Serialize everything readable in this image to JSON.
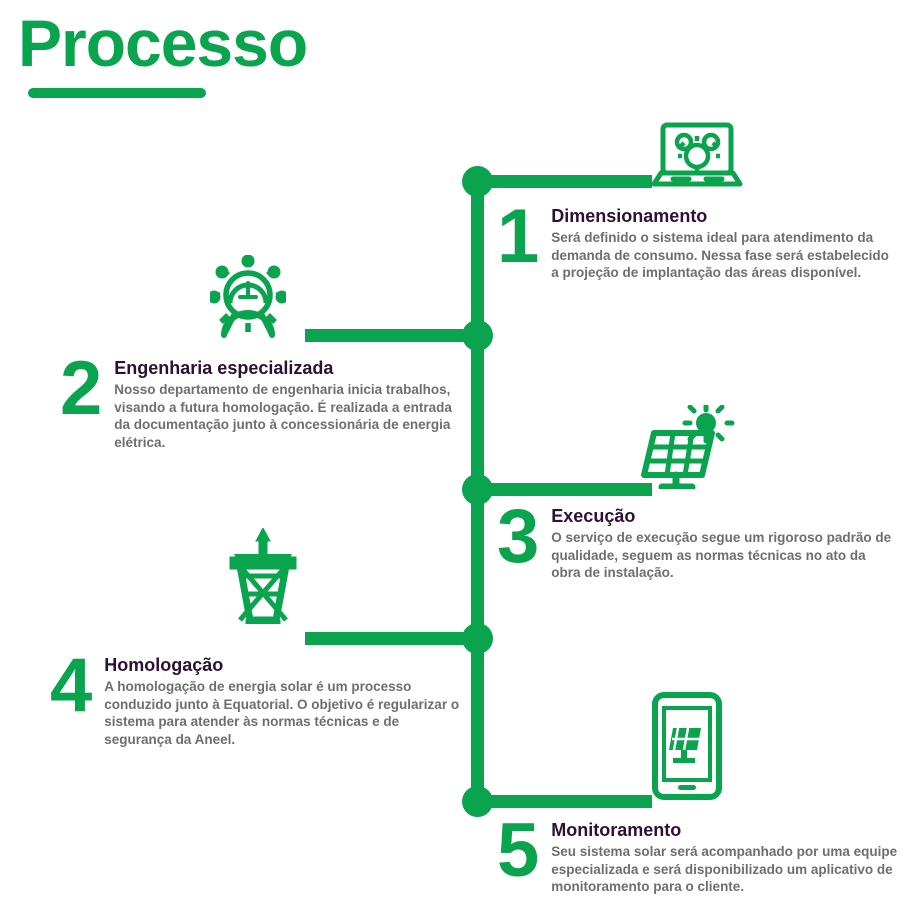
{
  "page": {
    "title": "Processo",
    "accent_color": "#0aa34e",
    "heading_color": "#2d1133",
    "body_color": "#6e6e6e",
    "background": "#ffffff"
  },
  "steps": [
    {
      "number": "1",
      "title": "Dimensionamento",
      "description": "Será definido o sistema ideal para atendimento da demanda de consumo. Nessa fase será estabelecido a projeção de implantação das áreas disponível.",
      "icon": "laptop-gear-icon",
      "side": "right"
    },
    {
      "number": "2",
      "title": "Engenharia especializada",
      "description": "Nosso departamento de engenharia inicia trabalhos, visando a futura homologação. É realizada a entrada da documentação junto à concessionária de energia elétrica.",
      "icon": "engineering-helmet-gear-icon",
      "side": "left"
    },
    {
      "number": "3",
      "title": "Execução",
      "description": "O serviço de execução segue um rigoroso padrão de qualidade, seguem as normas técnicas no ato da obra de instalação.",
      "icon": "solar-panel-sun-icon",
      "side": "right"
    },
    {
      "number": "4",
      "title": "Homologação",
      "description": "A homologação de energia solar é um processo conduzido junto à Equatorial. O objetivo é regularizar o sistema para atender às normas técnicas e de segurança da Aneel.",
      "icon": "power-transmission-tower-icon",
      "side": "left"
    },
    {
      "number": "5",
      "title": "Monitoramento",
      "description": "Seu sistema solar será acompanhado por uma equipe especializada e será disponibilizado um aplicativo de monitoramento para o cliente.",
      "icon": "smartphone-solar-panel-icon",
      "side": "right"
    }
  ]
}
